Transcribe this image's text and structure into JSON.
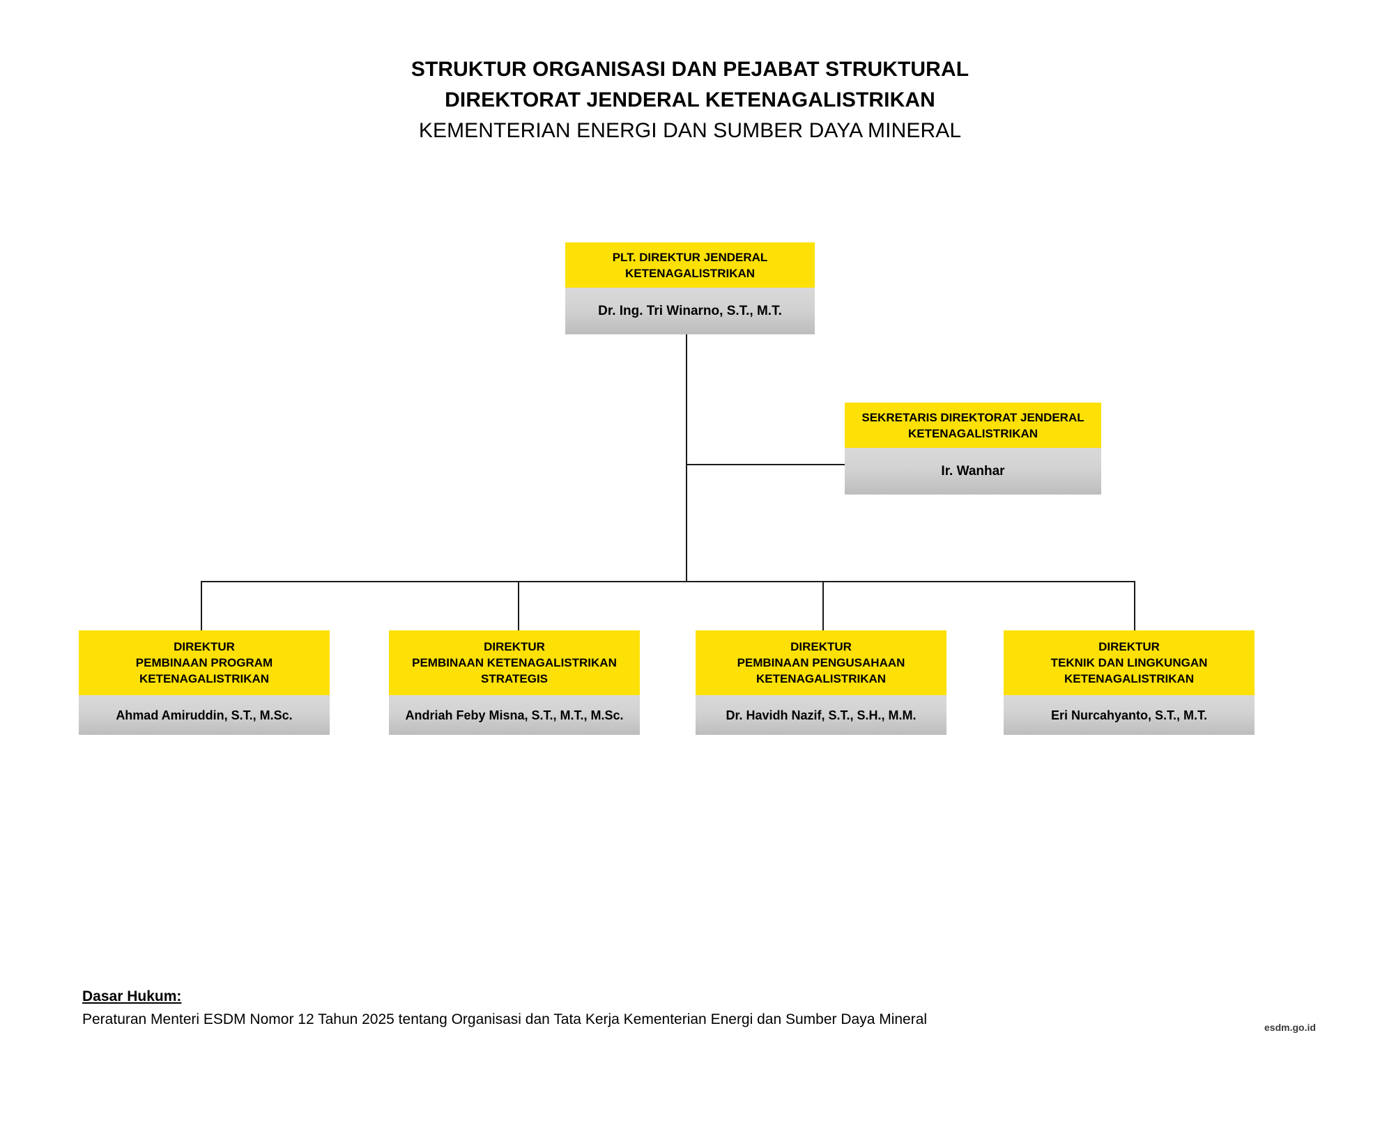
{
  "title": {
    "line1": "STRUKTUR ORGANISASI DAN PEJABAT STRUKTURAL",
    "line2": "DIREKTORAT JENDERAL KETENAGALISTRIKAN",
    "line3": "KEMENTERIAN ENERGI DAN SUMBER DAYA MINERAL"
  },
  "colors": {
    "header_yellow": "#FDE006",
    "name_grey": "#CFCFCF",
    "line": "#1A1A1A",
    "text": "#000000"
  },
  "chart_data": {
    "type": "diagram",
    "subtype": "organization-chart",
    "root": {
      "position_line1": "PLT. DIREKTUR JENDERAL",
      "position_line2": "KETENAGALISTRIKAN",
      "name": "Dr. Ing. Tri Winarno, S.T., M.T."
    },
    "staff": {
      "position_line1": "SEKRETARIS DIREKTORAT JENDERAL",
      "position_line2": "KETENAGALISTRIKAN",
      "name": "Ir. Wanhar"
    },
    "children": [
      {
        "position_line1": "DIREKTUR",
        "position_line2": "PEMBINAAN PROGRAM",
        "position_line3": "KETENAGALISTRIKAN",
        "name": "Ahmad Amiruddin, S.T., M.Sc."
      },
      {
        "position_line1": "DIREKTUR",
        "position_line2": "PEMBINAAN KETENAGALISTRIKAN",
        "position_line3": "STRATEGIS",
        "name": "Andriah Feby Misna, S.T., M.T., M.Sc."
      },
      {
        "position_line1": "DIREKTUR",
        "position_line2": "PEMBINAAN PENGUSAHAAN",
        "position_line3": "KETENAGALISTRIKAN",
        "name": "Dr. Havidh Nazif, S.T., S.H., M.M."
      },
      {
        "position_line1": "DIREKTUR",
        "position_line2": "TEKNIK DAN LINGKUNGAN",
        "position_line3": "KETENAGALISTRIKAN",
        "name": "Eri Nurcahyanto, S.T., M.T."
      }
    ]
  },
  "footer": {
    "label": "Dasar Hukum:",
    "text": "Peraturan Menteri ESDM Nomor 12 Tahun 2025 tentang Organisasi dan Tata Kerja Kementerian Energi dan Sumber Daya Mineral"
  },
  "watermark": "esdm.go.id"
}
